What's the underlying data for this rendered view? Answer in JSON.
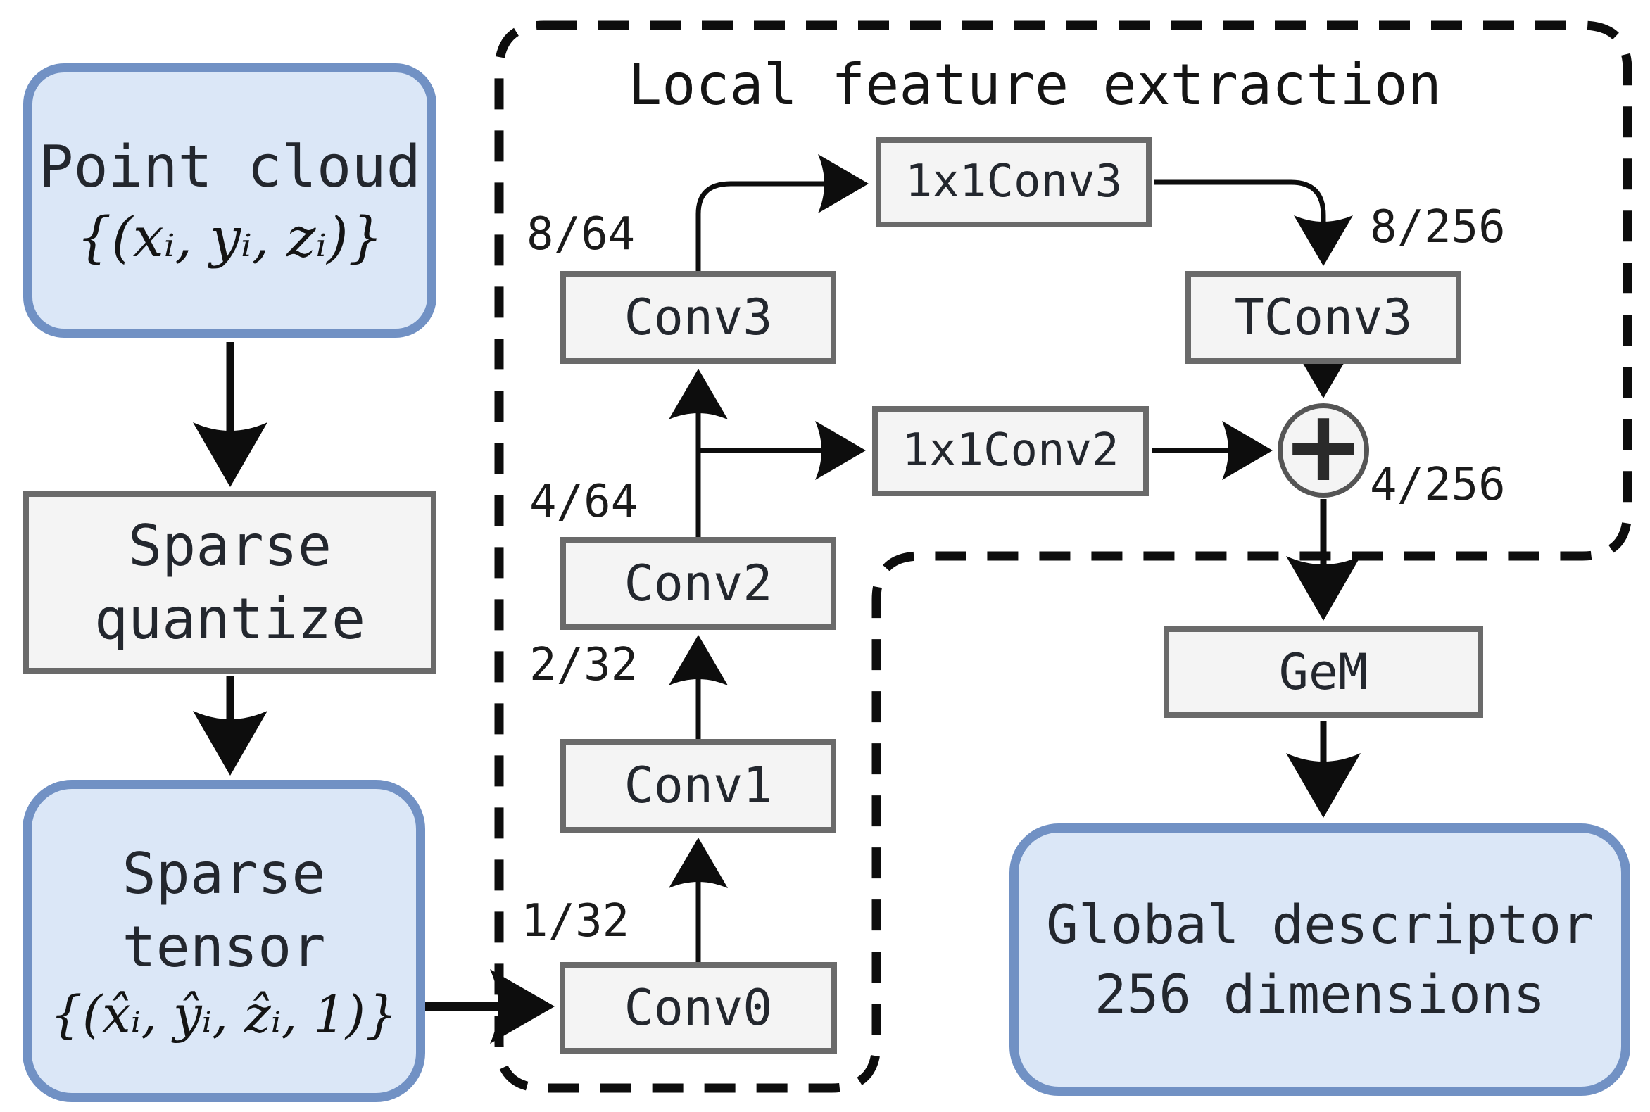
{
  "title": "Local feature extraction",
  "colors": {
    "blue_fill": "#dbe7f7",
    "blue_border": "#7191c4",
    "gray_fill": "#f4f4f4",
    "gray_border": "#6a6a6a",
    "line": "#0d0d0d",
    "text": "#23272e"
  },
  "nodes": {
    "point_cloud": {
      "label": "Point cloud",
      "formula": "{(xᵢ, yᵢ, zᵢ)}"
    },
    "sparse_quantize": {
      "line1": "Sparse",
      "line2": "quantize"
    },
    "sparse_tensor": {
      "line1": "Sparse",
      "line2": "tensor",
      "formula": "{(x̂ᵢ, ŷᵢ, ẑᵢ, 1)}"
    },
    "conv0": {
      "label": "Conv0"
    },
    "conv1": {
      "label": "Conv1"
    },
    "conv2": {
      "label": "Conv2"
    },
    "conv3": {
      "label": "Conv3"
    },
    "conv1x1_2": {
      "label": "1x1Conv2"
    },
    "conv1x1_3": {
      "label": "1x1Conv3"
    },
    "tconv3": {
      "label": "TConv3"
    },
    "sum": {
      "symbol": "+"
    },
    "gem": {
      "label": "GeM"
    },
    "global_descriptor": {
      "line1": "Global descriptor",
      "line2": "256 dimensions"
    }
  },
  "edge_labels": {
    "conv0_out": "1/32",
    "conv1_out": "2/32",
    "conv2_out": "4/64",
    "conv3_out": "8/64",
    "tconv3_in": "8/256",
    "sum_out": "4/256"
  }
}
